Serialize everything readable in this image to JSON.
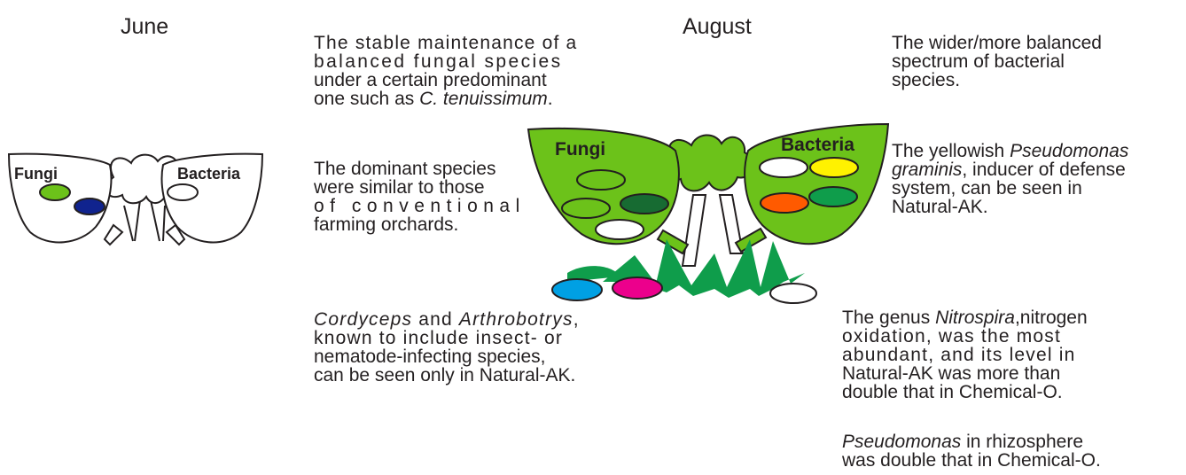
{
  "titles": {
    "june": "June",
    "august": "August"
  },
  "june_diagram": {
    "fungi_label": "Fungi",
    "bacteria_label": "Bacteria"
  },
  "august_diagram": {
    "fungi_label": "Fungi",
    "bacteria_label": "Bacteria"
  },
  "notes": {
    "fungi_balance": {
      "line1": "The stable maintenance of a",
      "line2": "balanced fungal species",
      "line3": "under a certain predominant",
      "line4_prefix": "one such as ",
      "line4_species": "C. tenuissimum",
      "line4_suffix": "."
    },
    "dominant_species": {
      "line1": "The dominant species",
      "line2": "were similar to those",
      "line3": "of conventional",
      "line4": "farming orchards."
    },
    "cordyceps": {
      "line1_genus1": "Cordyceps",
      "line1_and": " and ",
      "line1_genus2": "Arthrobotrys",
      "line1_suffix": ",",
      "line2": "known to include insect- or",
      "line3": "nematode-infecting species,",
      "line4": "can be seen only in Natural-AK."
    },
    "bacterial_spectrum": {
      "line1": "The wider/more balanced",
      "line2": "spectrum of bacterial",
      "line3": "species."
    },
    "pseudomonas_graminis": {
      "line1_prefix": "The yellowish ",
      "line1_species": "Pseudomonas",
      "line2_species": "graminis",
      "line2_suffix": ", inducer of defense",
      "line3": "system, can be seen in",
      "line4": "Natural-AK."
    },
    "nitrospira": {
      "line1_prefix": "The genus ",
      "line1_genus": "Nitrospira",
      "line1_suffix": ",nitrogen",
      "line2": "oxidation, was the most",
      "line3": "abundant, and its level in",
      "line4": "Natural-AK was more than",
      "line5": "double that in Chemical-O."
    },
    "pseudomonas_rhizosphere": {
      "line1_genus": "Pseudomonas",
      "line1_suffix": " in rhizosphere",
      "line2": "was double that  in Chemical-O."
    }
  },
  "colors": {
    "leaf_green": "#6cc21a",
    "leaf_outline": "#231f20",
    "root_green": "#0f9d4b",
    "dark_green": "#176b32",
    "navy": "#10238e",
    "yellow": "#fff200",
    "orange": "#ff5a00",
    "cyan": "#00a0e3",
    "magenta": "#ec008c",
    "white": "#ffffff"
  }
}
